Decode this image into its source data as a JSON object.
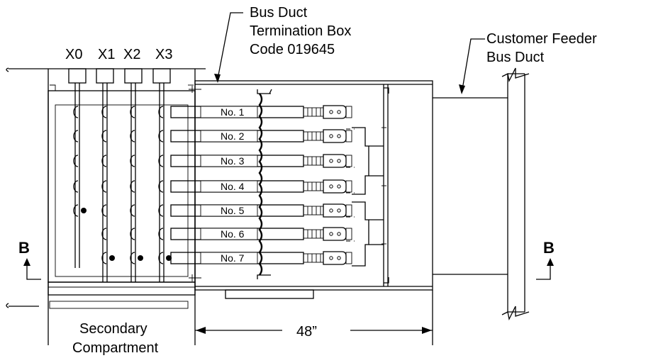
{
  "callouts": {
    "termination_box": [
      "Bus Duct",
      "Termination Box",
      "Code 019645"
    ],
    "feeder": [
      "Customer Feeder",
      "Bus Duct"
    ],
    "secondary": [
      "Secondary",
      "Compartment"
    ]
  },
  "terminals": [
    "X0",
    "X1",
    "X2",
    "X3"
  ],
  "bus_labels": [
    "No. 1",
    "No. 2",
    "No. 3",
    "No. 4",
    "No. 5",
    "No. 6",
    "No. 7"
  ],
  "section_left": "B",
  "section_right": "B",
  "dimension": "48”"
}
